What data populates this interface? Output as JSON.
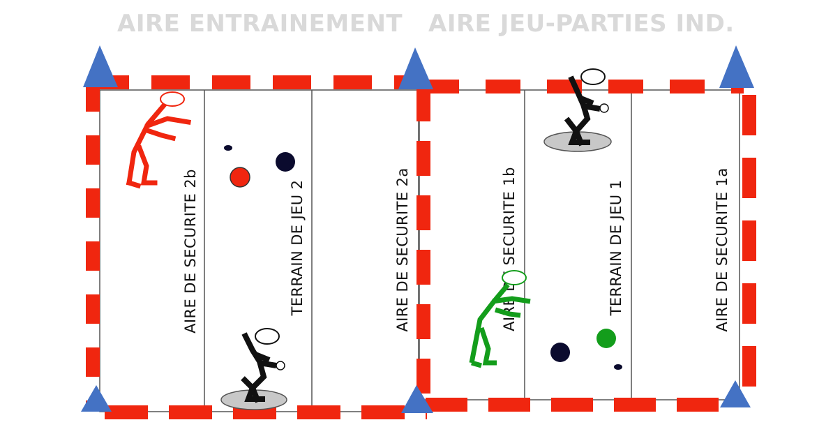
{
  "headers": {
    "training_area": "AIRE ENTRAINEMENT",
    "play_area": "AIRE JEU-PARTIES IND."
  },
  "zones": {
    "safety_2b": "AIRE DE SECURITE 2b",
    "field_2": "TERRAIN DE JEU 2",
    "safety_2a": "AIRE DE SECURITE 2a",
    "safety_1b": "AIRE DE SECURITE 1b",
    "field_1": "TERRAIN DE JEU 1",
    "safety_1a": "AIRE DE SECURITE 1a"
  },
  "colors": {
    "boundary_red": "#f0260f",
    "cone_blue": "#4472c4",
    "player_red": "#f0260f",
    "player_green": "#139d1b",
    "player_black": "#111111",
    "header_gray": "#d9d9d9",
    "circle_gray": "#c8c8c8",
    "ball_navy": "#0b0b2e"
  },
  "icons": [
    "cone-icon",
    "player-icon",
    "boule-icon",
    "cochonnet-icon",
    "throwing-circle-icon"
  ]
}
